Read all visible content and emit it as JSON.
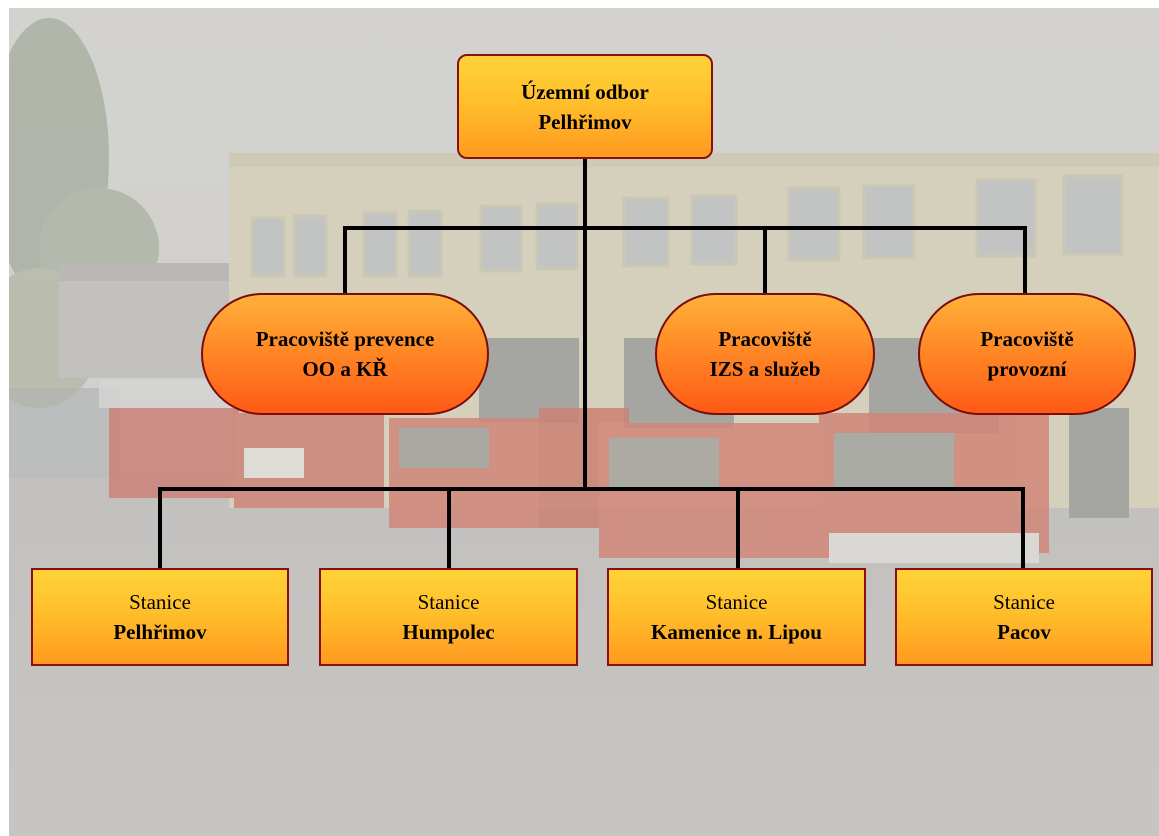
{
  "diagram": {
    "root": {
      "line1": "Územní odbor",
      "line2": "Pelhřimov"
    },
    "departments": [
      {
        "line1": "Pracoviště prevence",
        "line2": "OO a KŘ"
      },
      {
        "line1": "Pracoviště",
        "line2": "IZS a služeb"
      },
      {
        "line1": "Pracoviště",
        "line2": "provozní"
      }
    ],
    "stations": [
      {
        "line1": "Stanice",
        "line2": "Pelhřimov"
      },
      {
        "line1": "Stanice",
        "line2": "Humpolec"
      },
      {
        "line1": "Stanice",
        "line2": "Kamenice n. Lipou"
      },
      {
        "line1": "Stanice",
        "line2": "Pacov"
      }
    ]
  },
  "colors": {
    "rect_fill_top": "#ffd33a",
    "rect_fill_bottom": "#ff9a22",
    "oval_fill_top": "#ffb03a",
    "oval_fill_bottom": "#ff5a16",
    "border": "#8a1010",
    "connector": "#000000"
  },
  "background_photo": "fire-station-building-with-fire-trucks"
}
